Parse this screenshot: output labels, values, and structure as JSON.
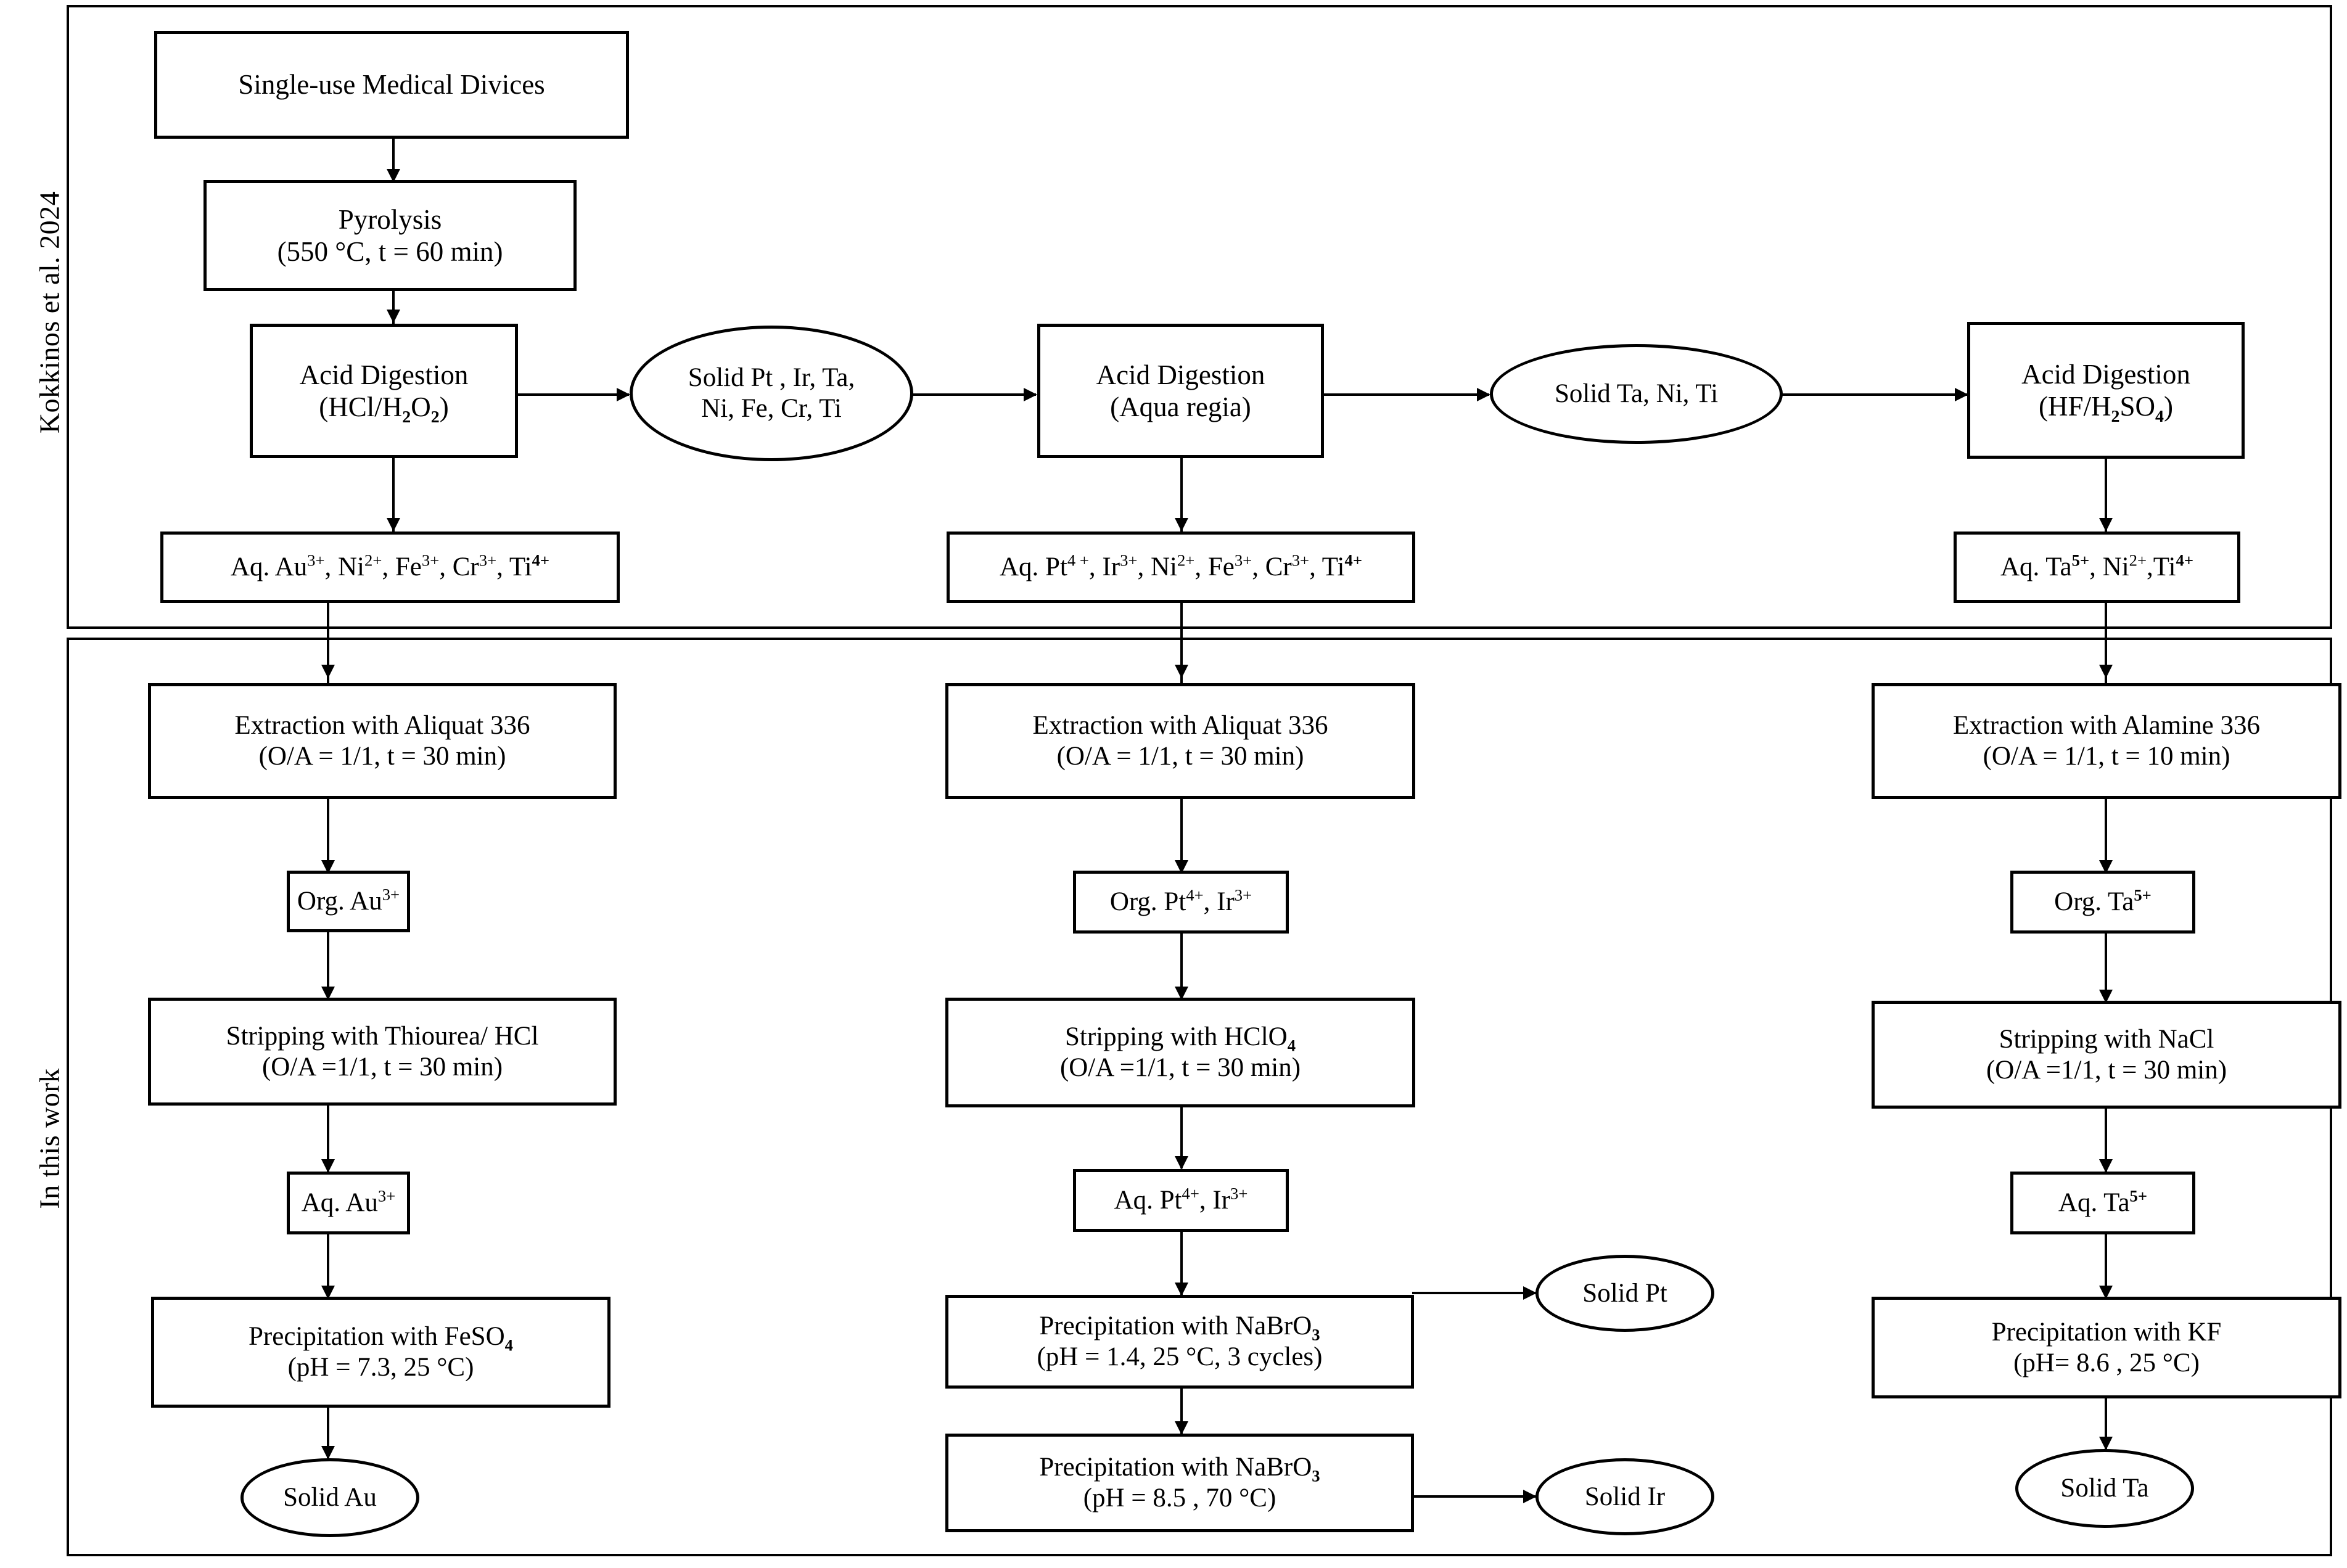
{
  "sections": [
    {
      "id": "kokkinos",
      "label": "Kokkinos et al. 2024"
    },
    {
      "id": "this-work",
      "label": "In this work"
    }
  ],
  "nodes": {
    "single_use": {
      "shape": "box",
      "line1": "Single-use Medical Divices",
      "line2": ""
    },
    "pyrolysis": {
      "shape": "box",
      "line1": "Pyrolysis",
      "line2": "(550 °C, t = 60 min)"
    },
    "acid_hcl": {
      "shape": "box",
      "line1": "Acid Digestion",
      "line2_html": "(HCl/H<sub class=\"bld\">2</sub>O<sub class=\"bld\">2</sub>)"
    },
    "solid_mix1": {
      "shape": "ellipse",
      "line1": "Solid Pt , Ir, Ta,",
      "line2": "Ni, Fe, Cr, Ti"
    },
    "acid_aqua": {
      "shape": "box",
      "line1": "Acid Digestion",
      "line2": "(Aqua regia)"
    },
    "solid_mix2": {
      "shape": "ellipse",
      "line1": "Solid Ta, Ni, Ti",
      "line2": ""
    },
    "acid_hf": {
      "shape": "box",
      "line1": "Acid Digestion",
      "line2_html": "(HF/H<sub class=\"bld\">2</sub>SO<sub class=\"bld\">4</sub>)"
    },
    "aq_left": {
      "shape": "box",
      "line1_html": "Aq. Au<sup>3+</sup>, Ni<sup>2+</sup>, Fe<sup>3+</sup>, Cr<sup>3+</sup>, Ti<sup class=\"bld\">4+</sup>"
    },
    "aq_mid": {
      "shape": "box",
      "line1_html": "Aq. Pt<sup>4 +</sup>, Ir<sup>3+</sup>, Ni<sup>2+</sup>, Fe<sup>3+</sup>, Cr<sup>3+</sup>, Ti<sup class=\"bld\">4+</sup>"
    },
    "aq_right": {
      "shape": "box",
      "line1_html": "Aq. Ta<sup class=\"bld\">5+</sup>, Ni<sup>2+</sup>,Ti<sup class=\"bld\">4+</sup>"
    },
    "ext_left": {
      "shape": "box",
      "line1": "Extraction with Aliquat 336",
      "line2": "(O/A = 1/1, t = 30 min)"
    },
    "org_au": {
      "shape": "box",
      "line1_html": "Org. Au<sup>3+</sup>"
    },
    "strip_left": {
      "shape": "box",
      "line1": "Stripping with Thiourea/ HCl",
      "line2": "(O/A =1/1, t = 30 min)"
    },
    "aq_au": {
      "shape": "box",
      "line1_html": "Aq. Au<sup>3+</sup>"
    },
    "prec_left": {
      "shape": "box",
      "line1_html": "Precipitation with FeSO<sub class=\"bld\">4</sub>",
      "line2": "(pH = 7.3, 25 °C)"
    },
    "solid_au": {
      "shape": "ellipse",
      "line1": "Solid Au"
    },
    "ext_mid": {
      "shape": "box",
      "line1": "Extraction with Aliquat 336",
      "line2": "(O/A = 1/1, t = 30 min)"
    },
    "org_ptir": {
      "shape": "box",
      "line1_html": "Org. Pt<sup>4+</sup>, Ir<sup>3+</sup>"
    },
    "strip_mid": {
      "shape": "box",
      "line1_html": "Stripping with HClO<sub class=\"bld\">4</sub>",
      "line2": "(O/A =1/1, t = 30 min)"
    },
    "aq_ptir": {
      "shape": "box",
      "line1_html": "Aq. Pt<sup>4+</sup>, Ir<sup>3+</sup>"
    },
    "prec_mid1": {
      "shape": "box",
      "line1_html": "Precipitation with NaBrO<sub class=\"bld\">3</sub>",
      "line2": "(pH = 1.4, 25 °C, 3 cycles)"
    },
    "solid_pt": {
      "shape": "ellipse",
      "line1": "Solid Pt"
    },
    "prec_mid2": {
      "shape": "box",
      "line1_html": "Precipitation with NaBrO<sub class=\"bld\">3</sub>",
      "line2": "(pH = 8.5 , 70 °C)"
    },
    "solid_ir": {
      "shape": "ellipse",
      "line1": "Solid Ir"
    },
    "ext_right": {
      "shape": "box",
      "line1": "Extraction with Alamine 336",
      "line2": "(O/A = 1/1, t = 10 min)"
    },
    "org_ta": {
      "shape": "box",
      "line1_html": "Org. Ta<sup class=\"bld\">5+</sup>"
    },
    "strip_right": {
      "shape": "box",
      "line1": "Stripping with NaCl",
      "line2": "(O/A =1/1, t = 30 min)"
    },
    "aq_ta": {
      "shape": "box",
      "line1_html": "Aq. Ta<sup class=\"bld\">5+</sup>"
    },
    "prec_right": {
      "shape": "box",
      "line1": "Precipitation with KF",
      "line2": "(pH= 8.6 , 25 °C)"
    },
    "solid_ta": {
      "shape": "ellipse",
      "line1": "Solid Ta"
    }
  },
  "colors": {
    "stroke": "#000000",
    "background": "#ffffff"
  }
}
